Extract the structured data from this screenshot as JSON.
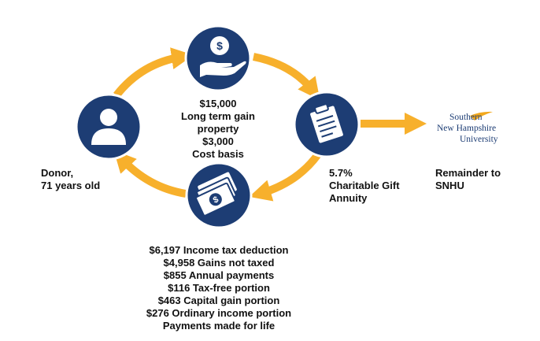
{
  "colors": {
    "node_fill": "#1d3d74",
    "node_stroke": "#ffffff",
    "arrow": "#f7b02c",
    "text": "#111111",
    "logo_blue": "#1d3d74",
    "logo_gold": "#f2a81d"
  },
  "nodes": {
    "donor": {
      "icon": "person-icon"
    },
    "gift": {
      "icon": "dollar-hand-icon"
    },
    "annuity": {
      "icon": "clipboard-icon"
    },
    "payments": {
      "icon": "money-bills-icon"
    }
  },
  "labels": {
    "donor": [
      "Donor,",
      "71 years old"
    ],
    "gift": [
      "$15,000",
      "Long term gain",
      "property",
      "$3,000",
      "Cost basis"
    ],
    "annuity": [
      "5.7%",
      "Charitable Gift",
      "Annuity"
    ],
    "remainder": [
      "Remainder to",
      "SNHU"
    ],
    "payments": [
      "$6,197 Income tax deduction",
      "$4,958 Gains not taxed",
      "$855 Annual payments",
      "$116 Tax-free portion",
      "$463 Capital gain portion",
      "$276 Ordinary income portion",
      "Payments made for life"
    ]
  },
  "logo": {
    "line1": "Southern",
    "line2": "New Hampshire",
    "line3": "University"
  }
}
